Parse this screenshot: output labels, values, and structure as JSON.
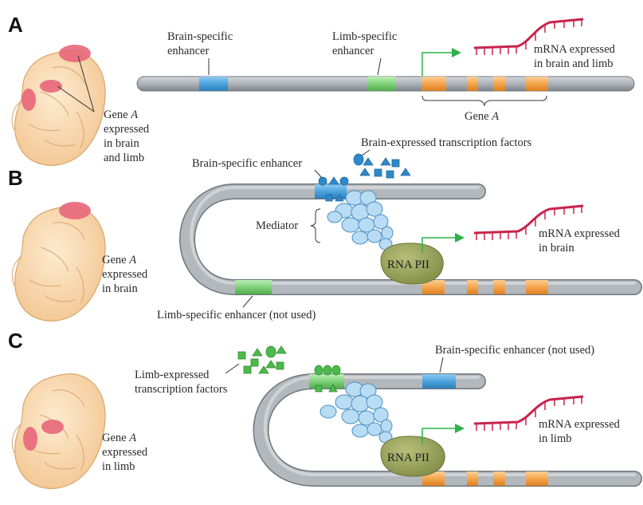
{
  "colors": {
    "dna": "#aeb3b8",
    "brain_enhancer": "#4ba3dc",
    "limb_enhancer": "#7fd27a",
    "exon": "#f6a54c",
    "mrna": "#c8234b",
    "arrow": "#2fb04a",
    "rna_pii": "#8f9a55",
    "mediator": "#b8dcf4",
    "embryo": "#f7d7a8",
    "expression": "#e8667a"
  },
  "panel_a": {
    "letter": "A",
    "brain_enhancer": [
      "Brain-specific",
      "enhancer"
    ],
    "limb_enhancer": [
      "Limb-specific",
      "enhancer"
    ],
    "mrna": [
      "mRNA expressed",
      "in brain and limb"
    ],
    "gene_prefix": "Gene ",
    "gene_name": "A",
    "embryo_line1_prefix": "Gene ",
    "embryo_line1_name": "A",
    "embryo_lines": [
      "expressed",
      "in brain",
      "and limb"
    ]
  },
  "panel_b": {
    "letter": "B",
    "factors": "Brain-expressed transcription factors",
    "enhancer": "Brain-specific enhancer",
    "mediator": "Mediator",
    "rna_pii": "RNA PII",
    "mrna": [
      "mRNA expressed",
      "in brain"
    ],
    "unused_enhancer": "Limb-specific enhancer (not used)",
    "embryo_line1_prefix": "Gene ",
    "embryo_line1_name": "A",
    "embryo_lines": [
      "expressed",
      "in brain"
    ]
  },
  "panel_c": {
    "letter": "C",
    "factors": [
      "Limb-expressed",
      "transcription factors"
    ],
    "unused_enhancer": "Brain-specific enhancer (not used)",
    "rna_pii": "RNA PII",
    "mrna": [
      "mRNA expressed",
      "in limb"
    ],
    "embryo_line1_prefix": "Gene ",
    "embryo_line1_name": "A",
    "embryo_lines": [
      "expressed",
      "in limb"
    ]
  }
}
